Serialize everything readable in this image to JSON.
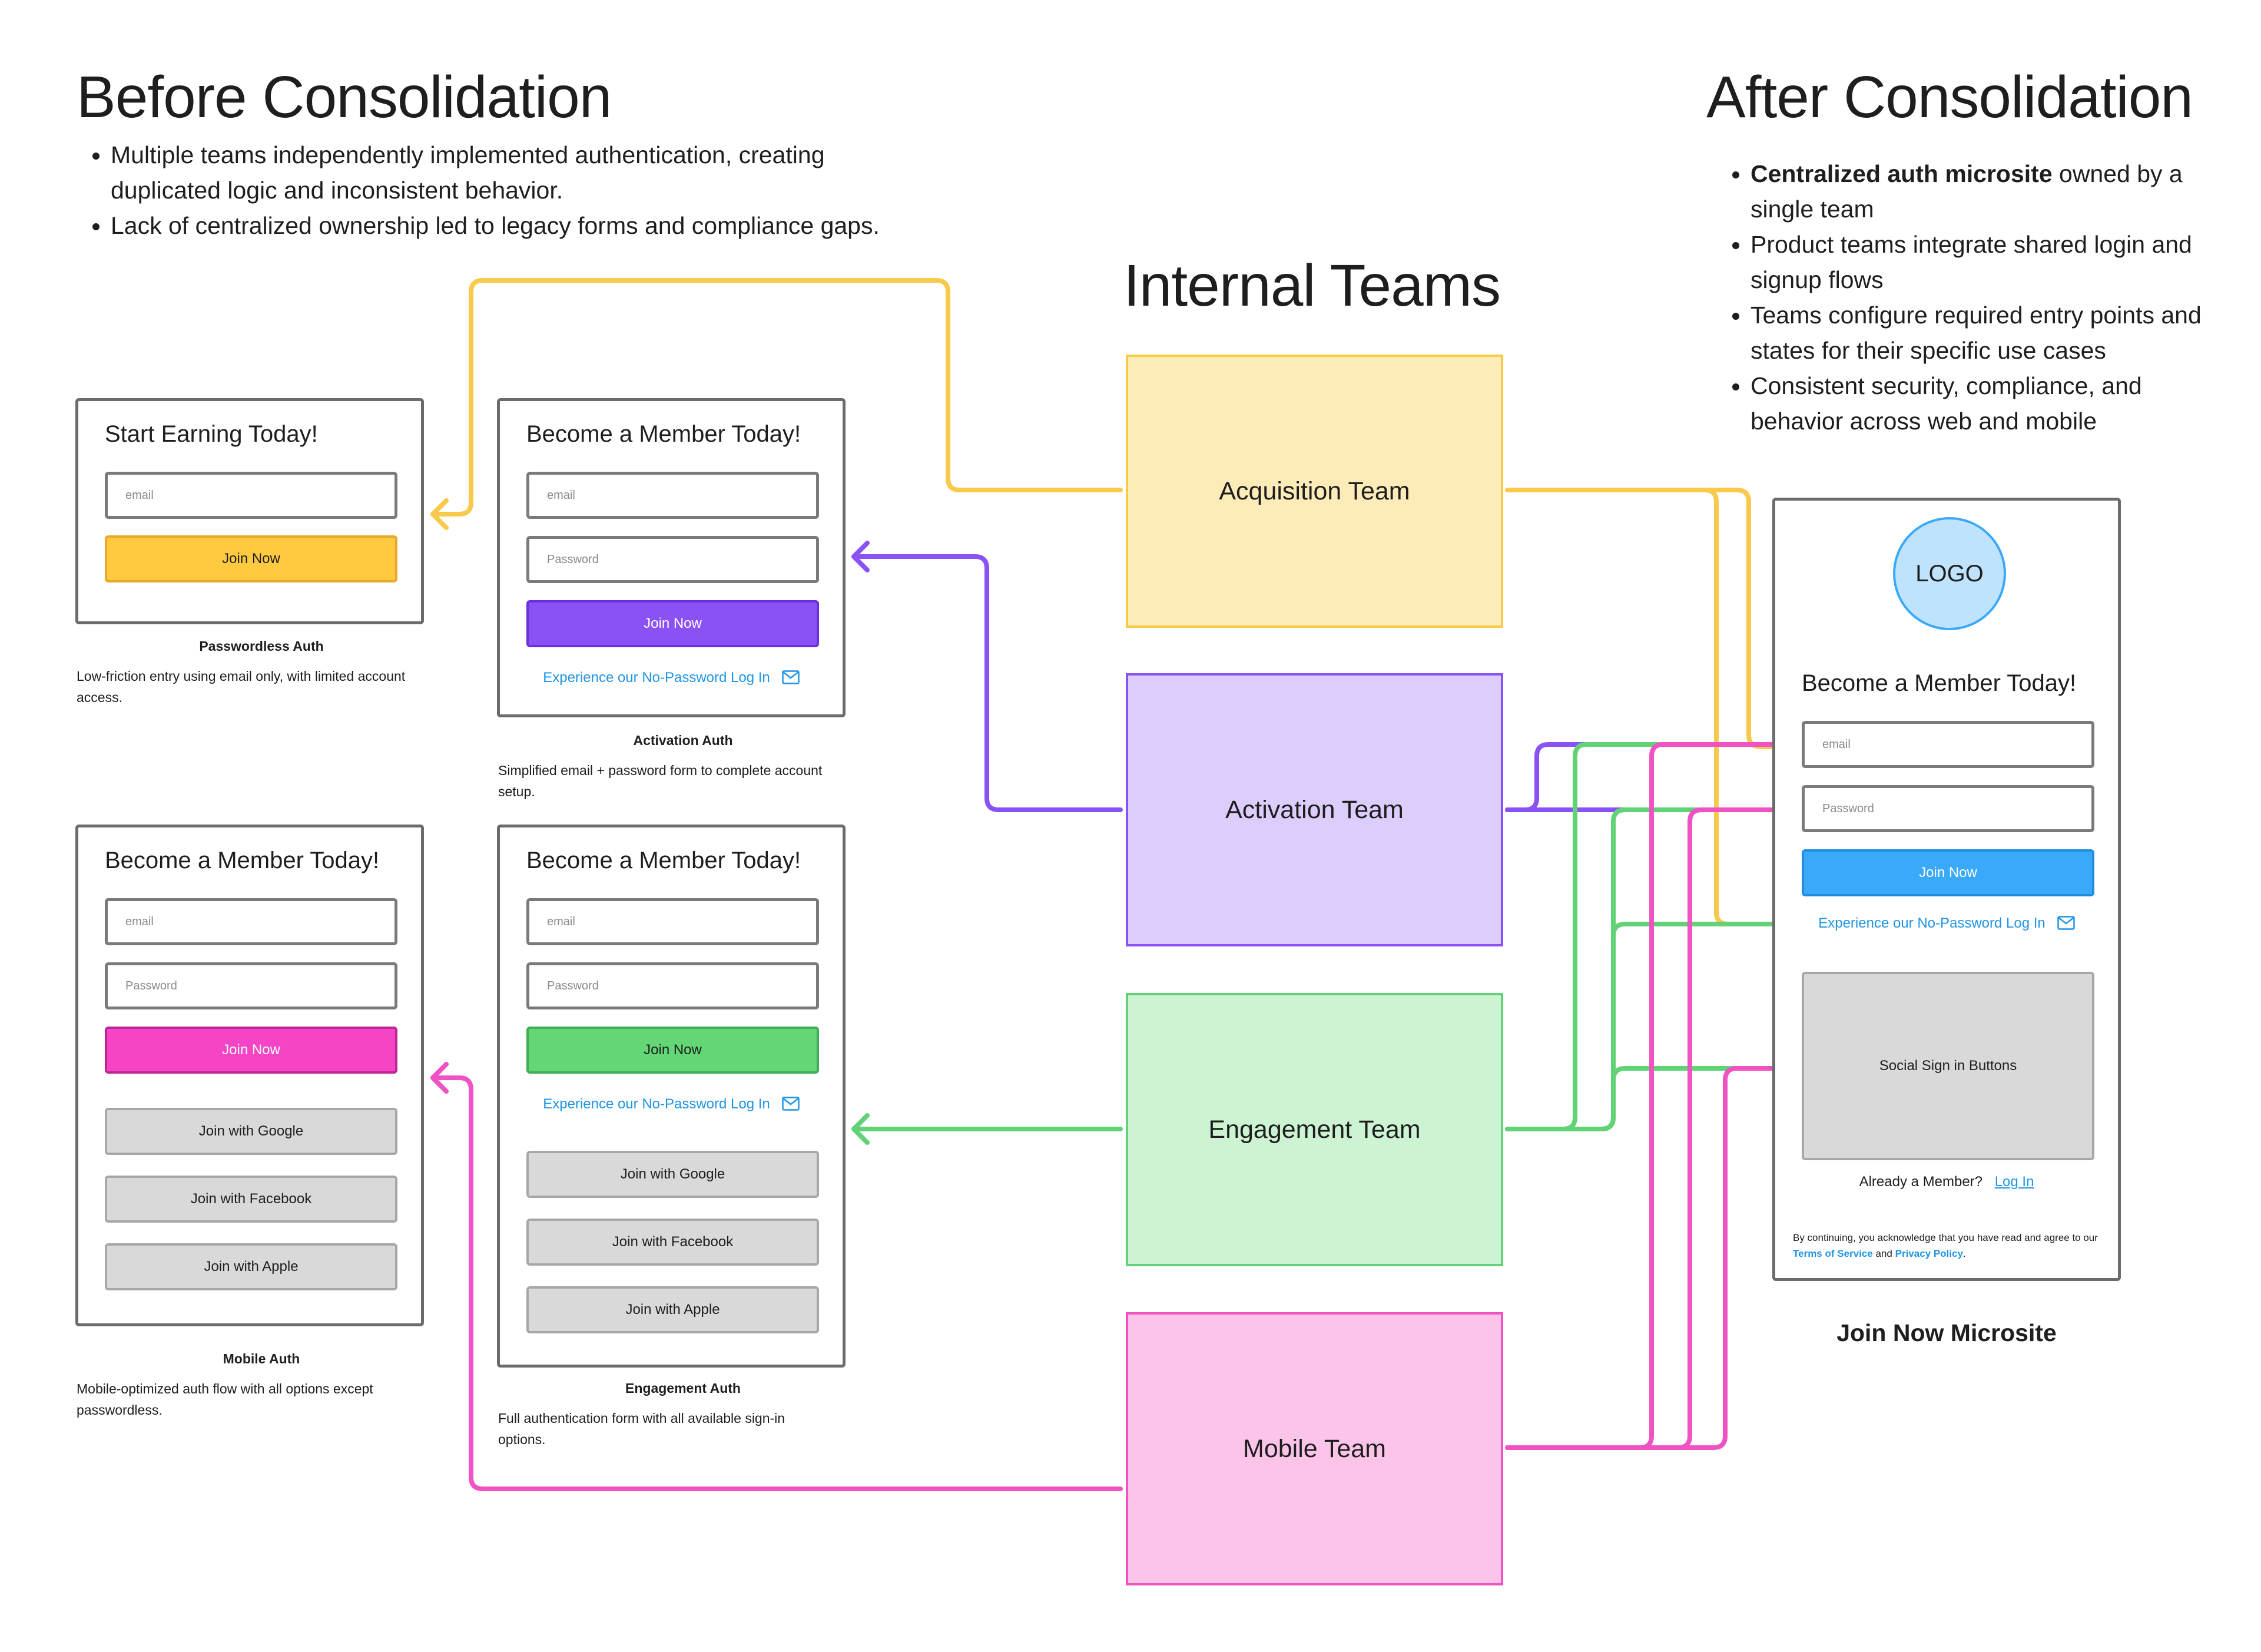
{
  "before": {
    "title": "Before Consolidation",
    "bullets": [
      "Multiple teams independently implemented authentication, creating duplicated logic and inconsistent behavior.",
      "Lack of centralized ownership led to legacy forms and compliance gaps."
    ]
  },
  "after": {
    "title": "After Consolidation",
    "bullets": [
      {
        "bold": "Centralized auth microsite",
        "rest": " owned by a single team"
      },
      {
        "bold": "",
        "rest": "Product teams integrate shared login and signup flows"
      },
      {
        "bold": "",
        "rest": "Teams configure required entry points and states for their specific use cases"
      },
      {
        "bold": "",
        "rest": "Consistent security, compliance, and behavior across web and mobile"
      }
    ]
  },
  "internal_teams": {
    "title": "Internal Teams",
    "teams": [
      {
        "label": "Acquisition Team",
        "fill": "#feecb8",
        "border": "#f8c94b"
      },
      {
        "label": "Activation Team",
        "fill": "#ddcdfd",
        "border": "#8a52f5"
      },
      {
        "label": "Engagement Team",
        "fill": "#ccf4d2",
        "border": "#62d277"
      },
      {
        "label": "Mobile Team",
        "fill": "#fdc4ea",
        "border": "#f052c3"
      }
    ]
  },
  "forms": {
    "passwordless": {
      "title": "Start Earning Today!",
      "email_placeholder": "email",
      "join_label": "Join Now",
      "button_color": "#ffc940",
      "caption_title": "Passwordless Auth",
      "caption_desc": "Low-friction entry using email only, with limited account access."
    },
    "activation": {
      "title": "Become a Member Today!",
      "email_placeholder": "email",
      "password_placeholder": "Password",
      "join_label": "Join Now",
      "button_color": "#8a52f5",
      "link_label": "Experience our No-Password Log In",
      "caption_title": "Activation Auth",
      "caption_desc": "Simplified email + password form to complete account setup."
    },
    "mobile": {
      "title": "Become a Member Today!",
      "email_placeholder": "email",
      "password_placeholder": "Password",
      "join_label": "Join Now",
      "button_color": "#f545c6",
      "social": [
        "Join with Google",
        "Join with Facebook",
        "Join with Apple"
      ],
      "caption_title": "Mobile Auth",
      "caption_desc": "Mobile-optimized auth flow with all options except passwordless."
    },
    "engagement": {
      "title": "Become a Member Today!",
      "email_placeholder": "email",
      "password_placeholder": "Password",
      "join_label": "Join Now",
      "button_color": "#63d676",
      "link_label": "Experience our No-Password Log In",
      "social": [
        "Join with Google",
        "Join with Facebook",
        "Join with Apple"
      ],
      "caption_title": "Engagement Auth",
      "caption_desc": "Full authentication form with all available sign-in options."
    }
  },
  "microsite": {
    "logo": "LOGO",
    "title": "Become a Member Today!",
    "email_placeholder": "email",
    "password_placeholder": "Password",
    "join_label": "Join Now",
    "button_color": "#3ba9fa",
    "link_label": "Experience our No-Password Log In",
    "social_placeholder": "Social Sign in Buttons",
    "already_member": "Already a Member?",
    "login_link": "Log In",
    "terms_prefix": "By continuing, you acknowledge that you have read and agree to our",
    "terms_link": "Terms of Service",
    "terms_and": "and",
    "privacy_link": "Privacy Policy",
    "terms_end": ".",
    "caption": "Join Now Microsite"
  },
  "colors": {
    "acquisition": "#f8c94b",
    "activation": "#8a52f5",
    "engagement": "#62d277",
    "mobile": "#f052c3",
    "link": "#1f94e6",
    "logo_fill": "#bfe2fd",
    "logo_border": "#3ba9fa"
  }
}
